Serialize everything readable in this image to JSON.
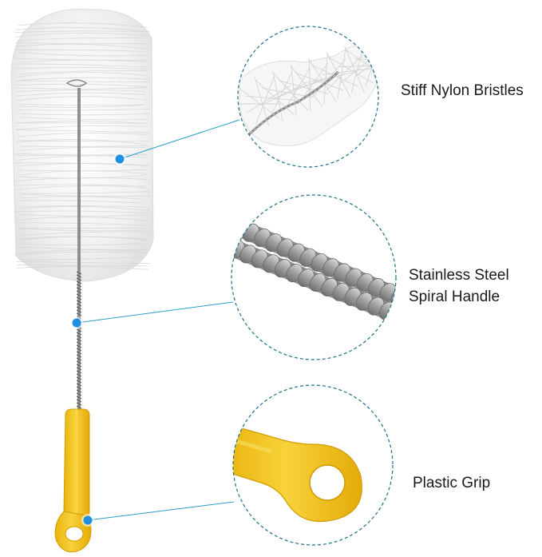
{
  "callouts": {
    "bristles": {
      "label": "Stiff Nylon Bristles"
    },
    "handle": {
      "line1": "Stainless Steel",
      "line2": "Spiral Handle"
    },
    "grip": {
      "label": "Plastic Grip"
    }
  },
  "colors": {
    "background": "#ffffff",
    "callout_dot": "#1e90e0",
    "callout_line": "#2a9fc4",
    "circle_border": "#1f6f8b",
    "grip_yellow": "#f5c518",
    "bristle_white": "#f4f4f4",
    "steel_gray": "#9a9a9a",
    "label_text": "#1a1a1a"
  }
}
